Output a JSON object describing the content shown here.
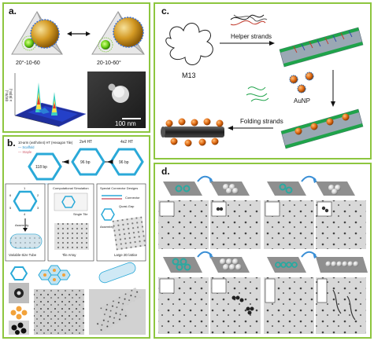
{
  "panel_a": {
    "label": "a.",
    "left_code": "20°-10-60",
    "right_code": "20-10-60°",
    "scale_bar": "100 nm",
    "axis_label_1": "I|E|/E₀|",
    "axis_label_2": "x |E|/E₀|"
  },
  "panel_b": {
    "label": "b.",
    "legend_1": "10-arm (w4/h4/e4) HT (Hexagon Tile)",
    "legend_2": "— Scaffold",
    "legend_3": "— Staple",
    "tile_labels": [
      "2x4 HT",
      "4x2 HT"
    ],
    "bp_labels": [
      "118 bp",
      "96 bp",
      "96 bp"
    ],
    "box_headers": [
      "Computational Simulation",
      "Special Connector Designs"
    ],
    "connector": "Connector",
    "quasi_gap": "Quasi-Gap",
    "assembly": "Assembly",
    "single_tile": "Single Tile",
    "tile_array": "Tile Array",
    "variable_tube": "Variable-Size Tube",
    "lattice": "Large 2D lattice",
    "hex_numbers": [
      "1",
      "2",
      "3",
      "4",
      "5",
      "6"
    ]
  },
  "panel_c": {
    "label": "c.",
    "m13": "M13",
    "helper": "Helper strands",
    "aunp": "AuNP",
    "folding": "Folding strands"
  },
  "panel_d": {
    "label": "d."
  }
}
